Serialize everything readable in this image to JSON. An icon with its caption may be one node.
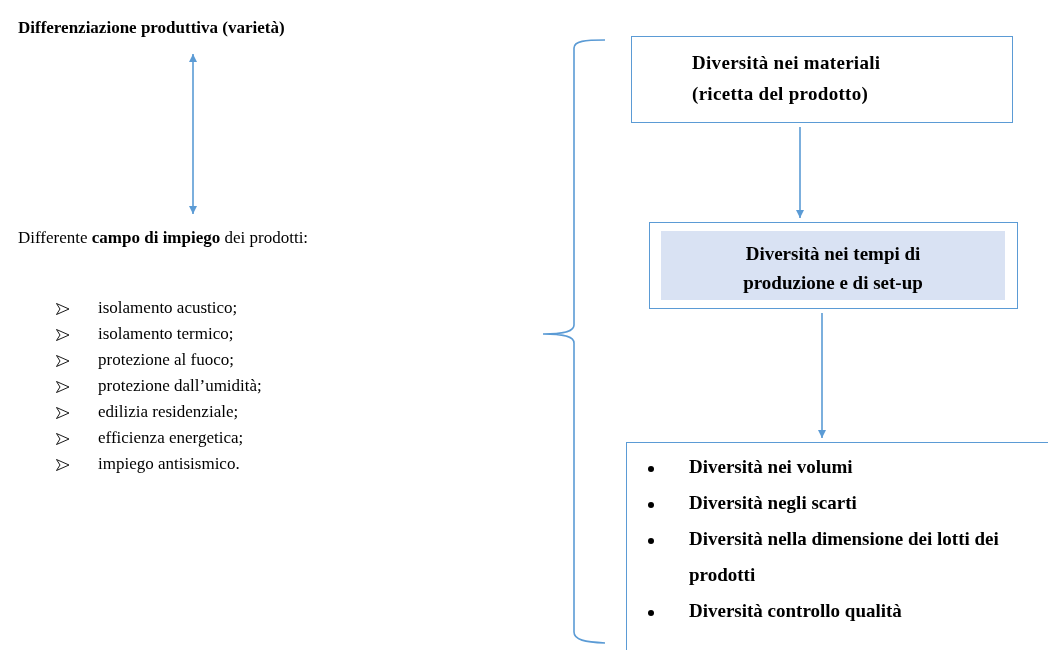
{
  "diagram": {
    "nodes": [
      {
        "text": [
          "Differenziazione produttiva (varietà)"
        ]
      },
      {
        "text": [
          "Differente **campo di impiego** dei prodotti:",
          "isolamento acustico;",
          "isolamento termico;",
          "protezione al fuoco;",
          "protezione dall’umidità;",
          "edilizia residenziale;",
          "efficienza energetica;",
          "impiego antisismico."
        ]
      },
      {
        "text": [
          "Diversità nei materiali (ricetta del prodotto)"
        ]
      },
      {
        "text": [
          "Diversità nei tempi di produzione e di set-up"
        ]
      },
      {
        "text": [
          "Diversità nei volumi",
          "Diversità negli scarti",
          "Diversità nella dimensione dei lotti dei prodotti",
          "Diversità controllo qualità"
        ]
      }
    ],
    "edges": [
      {
        "from": 0,
        "to": 1,
        "arrow": "both"
      },
      {
        "from": 2,
        "to": 3,
        "arrow": "to"
      },
      {
        "from": 3,
        "to": 4,
        "arrow": "to"
      }
    ]
  }
}
